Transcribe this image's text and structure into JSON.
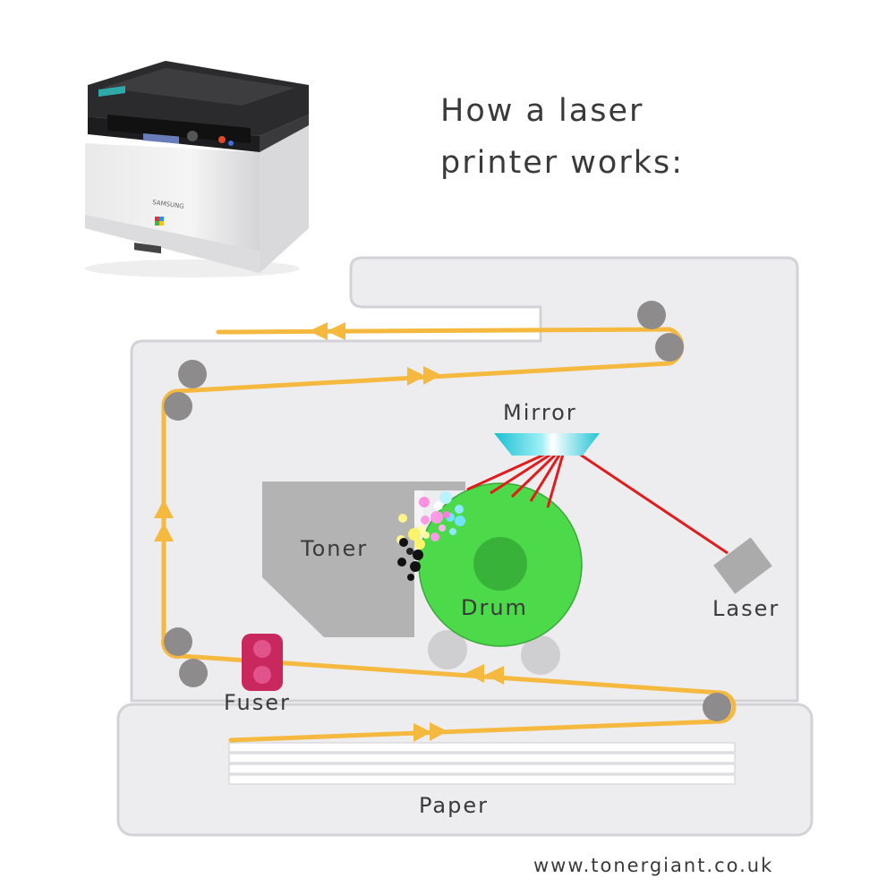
{
  "title": {
    "line1": "How a laser",
    "line2": "printer works:"
  },
  "labels": {
    "mirror": "Mirror",
    "toner": "Toner",
    "drum": "Drum",
    "laser": "Laser",
    "fuser": "Fuser",
    "paper": "Paper"
  },
  "website": "www.tonergiant.co.uk",
  "printer_logo": "SAMSUNG",
  "colors": {
    "body": "#ededf0",
    "outline": "#cfcfd4",
    "paper_path": "#f4b93e",
    "roller": "#8e8b8c",
    "drum": "#4cd94a",
    "drum_core": "#3ab53a",
    "toner_box": "#b3b3b3",
    "laser_beam": "#e01c1c",
    "laser_box": "#ababab",
    "mirror": "#29c8d8",
    "fuser": "#c9285f",
    "fuser_inner": "#e2538b",
    "label_text": "#3a3a3a"
  },
  "icons": [
    "printer-photo",
    "mirror-icon",
    "laser-icon",
    "drum-icon",
    "toner-cartridge-icon",
    "fuser-icon",
    "roller-icon",
    "direction-arrow-icon",
    "paper-stack-icon"
  ]
}
